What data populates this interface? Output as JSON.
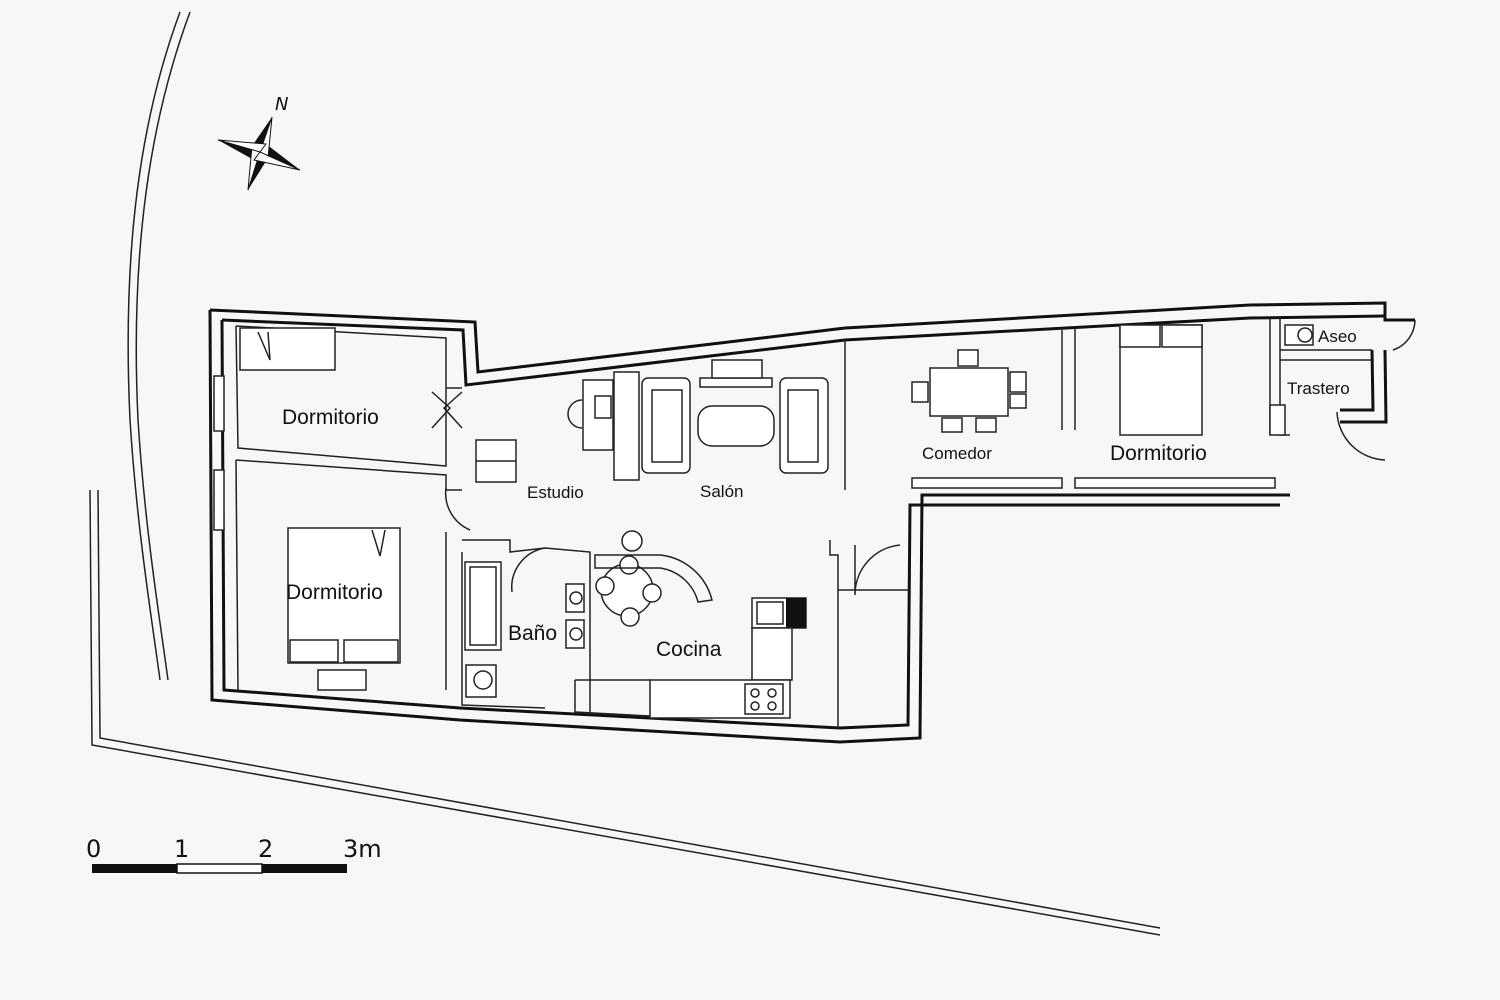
{
  "compass": {
    "label": "N",
    "icon": "compass-rose-icon"
  },
  "rooms": {
    "dormitorio_top": "Dormitorio",
    "dormitorio_bottom": "Dormitorio",
    "estudio": "Estudio",
    "salon": "Salón",
    "comedor": "Comedor",
    "dormitorio_right": "Dormitorio",
    "aseo": "Aseo",
    "trastero": "Trastero",
    "bano": "Baño",
    "cocina": "Cocina"
  },
  "scale_bar": {
    "ticks": [
      "0",
      "1",
      "2",
      "3m"
    ]
  },
  "colors": {
    "line": "#111111",
    "background": "#f7f7f7"
  }
}
